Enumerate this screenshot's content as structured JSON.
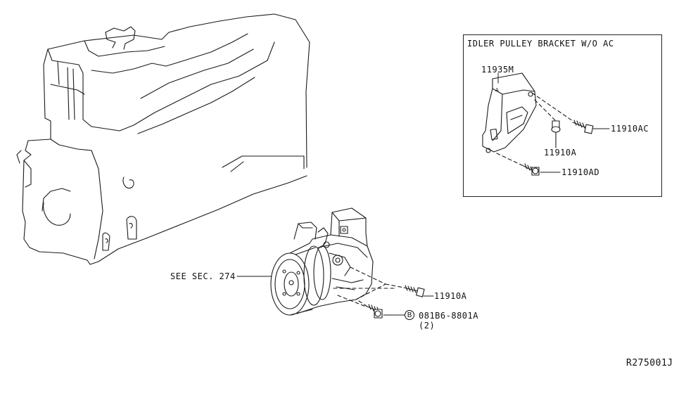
{
  "inset": {
    "title": "IDLER PULLEY BRACKET W/O AC",
    "parts": {
      "bracket": "11935M",
      "bolt_upper": "11910AC",
      "bolt_mid": "11910A",
      "bolt_lower": "11910AD"
    }
  },
  "main": {
    "see_sec": "SEE SEC. 274",
    "bolt_upper": "11910A",
    "bolt_lower_circle": "B",
    "bolt_lower_part": "081B6-8801A",
    "bolt_lower_qty": "(2)"
  },
  "diagram_code": "R275001J"
}
